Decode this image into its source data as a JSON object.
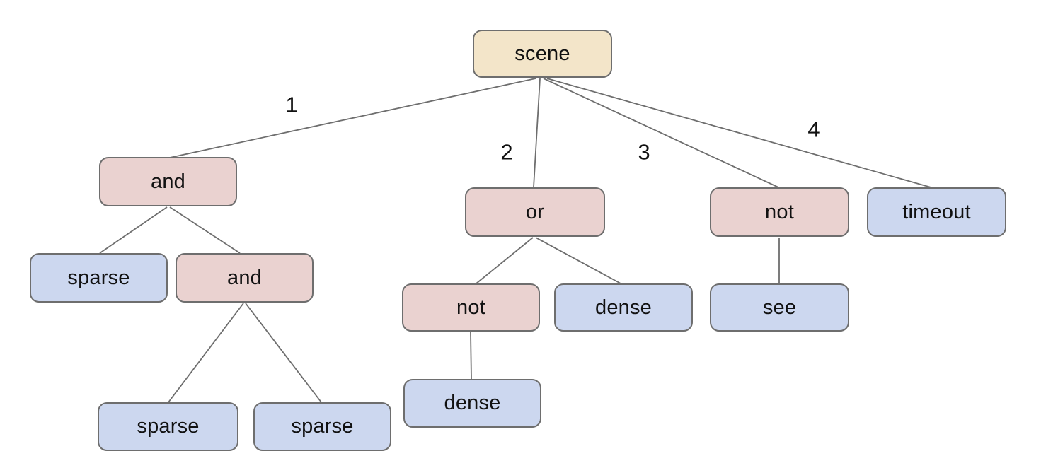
{
  "colors": {
    "background": "#ffffff",
    "root_fill": "#f3e5c9",
    "operator_fill": "#ead2d0",
    "leaf_fill": "#ccd7ef",
    "node_border": "#6e6e6e",
    "edge_line": "#6e6e6e",
    "text": "#111111"
  },
  "nodes": [
    {
      "id": "scene",
      "label": "scene",
      "kind": "root",
      "parent": null
    },
    {
      "id": "and-1",
      "label": "and",
      "kind": "operator",
      "parent": "scene",
      "edge_label": "1"
    },
    {
      "id": "or-1",
      "label": "or",
      "kind": "operator",
      "parent": "scene",
      "edge_label": "2"
    },
    {
      "id": "not-1",
      "label": "not",
      "kind": "operator",
      "parent": "scene",
      "edge_label": "3"
    },
    {
      "id": "timeout-1",
      "label": "timeout",
      "kind": "leaf",
      "parent": "scene",
      "edge_label": "4"
    },
    {
      "id": "sparse-1",
      "label": "sparse",
      "kind": "leaf",
      "parent": "and-1"
    },
    {
      "id": "and-2",
      "label": "and",
      "kind": "operator",
      "parent": "and-1"
    },
    {
      "id": "not-2",
      "label": "not",
      "kind": "operator",
      "parent": "or-1"
    },
    {
      "id": "dense-1",
      "label": "dense",
      "kind": "leaf",
      "parent": "or-1"
    },
    {
      "id": "see-1",
      "label": "see",
      "kind": "leaf",
      "parent": "not-1"
    },
    {
      "id": "sparse-2",
      "label": "sparse",
      "kind": "leaf",
      "parent": "and-2"
    },
    {
      "id": "sparse-3",
      "label": "sparse",
      "kind": "leaf",
      "parent": "and-2"
    },
    {
      "id": "dense-2",
      "label": "dense",
      "kind": "leaf",
      "parent": "not-2"
    }
  ]
}
